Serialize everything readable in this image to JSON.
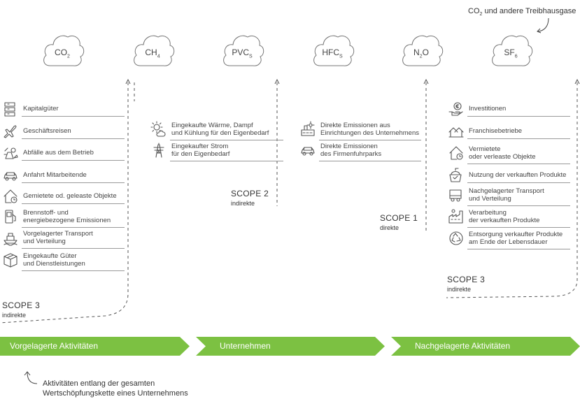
{
  "header": {
    "gas_label_prefix": "CO",
    "gas_label_sub": "2",
    "gas_label_rest": " und andere Treibhausgase"
  },
  "gases": [
    {
      "base": "CO",
      "sub": "2"
    },
    {
      "base": "CH",
      "sub": "4"
    },
    {
      "base": "PVC",
      "sub": "S"
    },
    {
      "base": "HFC",
      "sub": "S"
    },
    {
      "base": "N",
      "sub": "2",
      "after": "O"
    },
    {
      "base": "SF",
      "sub": "6"
    }
  ],
  "upstream": {
    "items": [
      {
        "icon": "shelving-icon",
        "lines": [
          "Kapitalgüter"
        ]
      },
      {
        "icon": "airplane-icon",
        "lines": [
          "Geschäftsreisen"
        ]
      },
      {
        "icon": "waste-icon",
        "lines": [
          "Abfälle aus dem Betrieb"
        ]
      },
      {
        "icon": "car-icon",
        "lines": [
          "Anfahrt Mitarbeitende"
        ]
      },
      {
        "icon": "leased-house-icon",
        "lines": [
          "Gemietete od. geleaste Objekte"
        ]
      },
      {
        "icon": "fuel-pump-icon",
        "lines": [
          "Brennstoff- und",
          "energiebezogene Emissionen"
        ]
      },
      {
        "icon": "ship-icon",
        "lines": [
          "Vorgelagerter Transport",
          "und Verteilung"
        ]
      },
      {
        "icon": "box-icon",
        "lines": [
          "Eingekaufte Güter",
          "und Dienstleistungen"
        ]
      }
    ],
    "scope_title": "SCOPE 3",
    "scope_sub": "indirekte"
  },
  "scope2": {
    "items": [
      {
        "icon": "heat-icon",
        "lines": [
          "Eingekaufte Wärme, Dampf",
          "und Kühlung für den Eigenbedarf"
        ]
      },
      {
        "icon": "power-tower-icon",
        "lines": [
          "Eingekaufter Strom",
          "für den Eigenbedarf"
        ]
      }
    ],
    "scope_title": "SCOPE 2",
    "scope_sub": "indirekte"
  },
  "scope1": {
    "items": [
      {
        "icon": "facility-icon",
        "lines": [
          "Direkte Emissionen aus",
          "Einrichtungen des Unternehmens"
        ]
      },
      {
        "icon": "car-icon",
        "lines": [
          "Direkte Emissionen",
          "des Firmenfuhrparks"
        ]
      }
    ],
    "scope_title": "SCOPE 1",
    "scope_sub": "direkte"
  },
  "downstream": {
    "items": [
      {
        "icon": "investment-icon",
        "lines": [
          "Investitionen"
        ]
      },
      {
        "icon": "franchise-icon",
        "lines": [
          "Franchisebetriebe"
        ]
      },
      {
        "icon": "rented-house-icon",
        "lines": [
          "Vermietete",
          "oder verleaste Objekte"
        ]
      },
      {
        "icon": "product-use-icon",
        "lines": [
          "Nutzung der verkauften Produkte"
        ]
      },
      {
        "icon": "truck-icon",
        "lines": [
          "Nachgelagerter Transport",
          "und Verteilung"
        ]
      },
      {
        "icon": "factory-icon",
        "lines": [
          "Verarbeitung",
          "der verkauften Produkte"
        ]
      },
      {
        "icon": "recycle-icon",
        "lines": [
          "Entsorgung verkaufter Produkte",
          "am Ende der Lebensdauer"
        ]
      }
    ],
    "scope_title": "SCOPE 3",
    "scope_sub": "indirekte"
  },
  "bands": [
    {
      "label": "Vorgelagerte Aktivitäten"
    },
    {
      "label": "Unternehmen"
    },
    {
      "label": "Nachgelagerte Aktivitäten"
    }
  ],
  "footer": {
    "line1": "Aktivitäten entlang der gesamten",
    "line2": "Wertschöpfungskette eines Unternehmens"
  },
  "colors": {
    "band_green": "#7cc142",
    "line_gray": "#9a9a9a",
    "text_dark": "#333333",
    "icon_gray": "#555555"
  }
}
